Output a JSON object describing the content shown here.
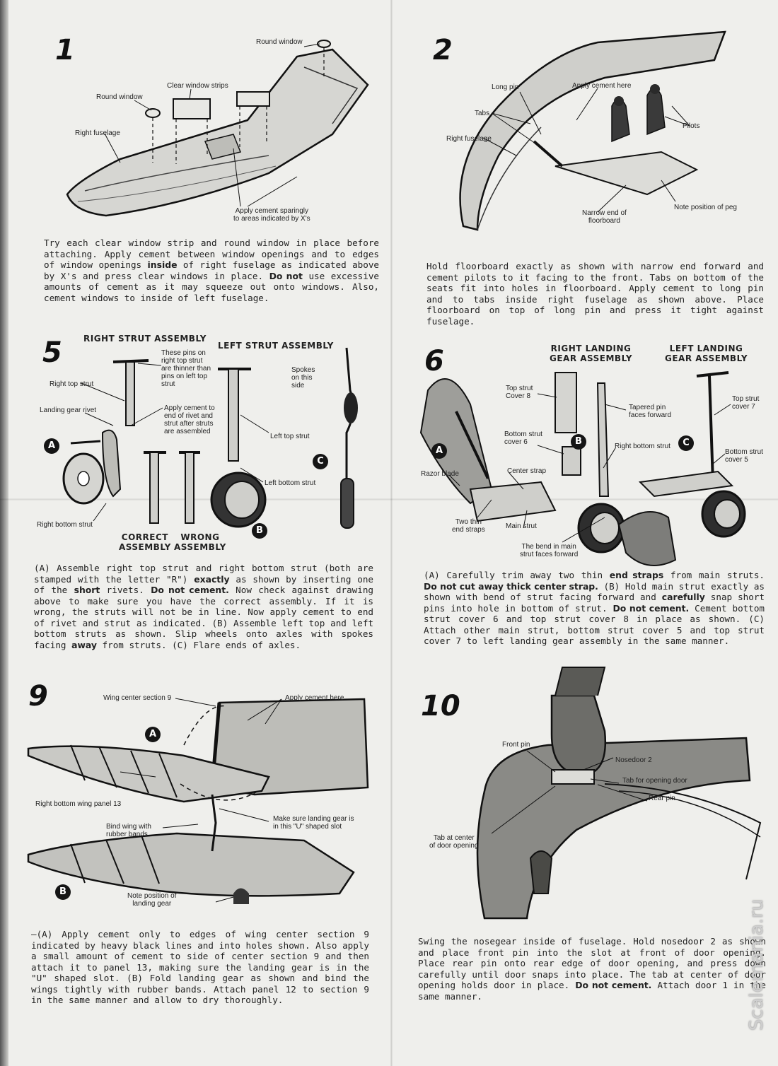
{
  "step1": {
    "number": "1",
    "labels": {
      "round_window_top": "Round window",
      "clear_window_strips": "Clear window strips",
      "round_window_left": "Round window",
      "right_fuselage": "Right fuselage",
      "apply_cement": "Apply cement sparingly\nto areas indicated by X's"
    },
    "text": [
      {
        "t": "Try each clear window strip and round window in place before attaching. Apply cement between window openings and to edges of window openings "
      },
      {
        "t": "inside",
        "b": true
      },
      {
        "t": " of right fuselage as indicated above by X's and press clear windows in place. "
      },
      {
        "t": "Do not",
        "b": true
      },
      {
        "t": " use excessive amounts of cement as it may squeeze out onto windows. Also, cement windows to inside of left fuselage."
      }
    ]
  },
  "step2": {
    "number": "2",
    "labels": {
      "long_pin": "Long pin",
      "apply_cement_here": "Apply cement here",
      "tabs": "Tabs",
      "right_fuselage": "Right fuselage",
      "pilots": "Pilots",
      "narrow_end": "Narrow end of\nfloorboard",
      "note_peg": "Note position of peg"
    },
    "text": [
      {
        "t": "Hold floorboard exactly as shown with narrow end forward and cement pilots to it facing to the front. Tabs on bottom of the seats fit into holes in floorboard. Apply cement to long pin and to tabs inside right fuselage as shown above. Place floorboard on top of long pin and press it tight against fuselage."
      }
    ]
  },
  "step5": {
    "number": "5",
    "headings": {
      "right": "RIGHT STRUT ASSEMBLY",
      "left": "LEFT STRUT ASSEMBLY",
      "correct": "CORRECT\nASSEMBLY",
      "wrong": "WRONG\nASSEMBLY"
    },
    "labels": {
      "pins_note": "These pins on\nright top strut\nare thinner than\npins on left top\nstrut",
      "right_top_strut": "Right top strut",
      "landing_gear_rivet": "Landing gear rivet",
      "apply_cement_rivet": "Apply cement to\nend of rivet and\nstrut after struts\nare assembled",
      "spokes": "Spokes\non this\nside",
      "left_top_strut": "Left top strut",
      "left_bottom_strut": "Left bottom strut",
      "right_bottom_strut": "Right bottom strut"
    },
    "badges": [
      "A",
      "B",
      "C"
    ],
    "text": [
      {
        "t": "(A) Assemble right top strut and right bottom strut (both are stamped with the letter \"R\") "
      },
      {
        "t": "exactly",
        "b": true
      },
      {
        "t": " as shown by inserting one of the "
      },
      {
        "t": "short",
        "b": true
      },
      {
        "t": " rivets. "
      },
      {
        "t": "Do not cement.",
        "b": true
      },
      {
        "t": " Now check against drawing above to make sure you have the correct assembly. If it is wrong, the struts will not be in line. Now apply cement to end of rivet and strut as indicated. (B) Assemble left top and left bottom struts as shown. Slip wheels onto axles with spokes facing "
      },
      {
        "t": "away",
        "b": true
      },
      {
        "t": " from struts. (C) Flare ends of axles."
      }
    ]
  },
  "step6": {
    "number": "6",
    "headings": {
      "right": "RIGHT LANDING\nGEAR ASSEMBLY",
      "left": "LEFT LANDING\nGEAR ASSEMBLY"
    },
    "labels": {
      "top_strut_cover_8": "Top strut\nCover 8",
      "tapered_pin": "Tapered pin\nfaces forward",
      "top_strut_cover_7": "Top strut\ncover 7",
      "bottom_strut_cover_6": "Bottom strut\ncover 6",
      "right_bottom_strut": "Right bottom strut",
      "bottom_strut_cover_5": "Bottom strut\ncover 5",
      "razor_blade": "Razor blade",
      "center_strap": "Center strap",
      "two_thin": "Two thin\nend straps",
      "main_strut": "Main strut",
      "bend": "The bend in main\nstrut faces forward"
    },
    "badges": [
      "A",
      "B",
      "C"
    ],
    "text": [
      {
        "t": "(A) Carefully trim away two thin "
      },
      {
        "t": "end straps",
        "b": true
      },
      {
        "t": " from main struts. "
      },
      {
        "t": "Do not cut away thick center strap.",
        "b": true
      },
      {
        "t": " (B) Hold main strut exactly as shown with bend of strut facing forward and "
      },
      {
        "t": "carefully",
        "b": true
      },
      {
        "t": " snap short pins into hole in bottom of strut. "
      },
      {
        "t": "Do not cement.",
        "b": true
      },
      {
        "t": " Cement bottom strut cover 6 and top strut cover 8 in place as shown. (C) Attach other main strut, bottom strut cover 5 and top strut cover 7 to left landing gear assembly in the same manner."
      }
    ]
  },
  "step9": {
    "number": "9",
    "labels": {
      "wing_center": "Wing center section 9",
      "apply_cement_here": "Apply cement here",
      "right_bottom_wing": "Right bottom wing panel 13",
      "make_sure": "Make sure landing gear is\nin this \"U\" shaped slot",
      "bind_wing": "Bind wing with\nrubber bands",
      "note_position": "Note position of\nlanding gear"
    },
    "badges": [
      "A",
      "B"
    ],
    "text": [
      {
        "t": "—(A) Apply cement only to edges of wing center section 9 indicated by heavy black lines and into holes shown. Also apply a small amount of cement to side of center section 9 and then attach it to panel 13, making sure the landing gear is in the \"U\" shaped slot. (B) Fold landing gear as shown and bind the wings tightly with rubber bands. Attach panel 12 to section 9 in the same manner and allow to dry thoroughly."
      }
    ]
  },
  "step10": {
    "number": "10",
    "labels": {
      "front_pin": "Front pin",
      "nosedoor": "Nosedoor 2",
      "tab_opening": "Tab for opening door",
      "rear_pin": "Rear pin",
      "tab_center": "Tab at center\nof door opening"
    },
    "text": [
      {
        "t": "Swing the nosegear inside of fuselage. Hold nosedoor 2 as shown and place front pin into the slot at front of door opening. Place rear pin onto rear edge of door opening, and press down carefully until door snaps into place. The tab at center of door opening holds door in place. "
      },
      {
        "t": "Do not cement.",
        "b": true
      },
      {
        "t": " Attach door 1 in the same manner."
      }
    ]
  },
  "watermark": "Scalemania.ru",
  "colors": {
    "paper": "#efefec",
    "ink": "#1e1e1e",
    "watermark": "#cfcfcf"
  }
}
